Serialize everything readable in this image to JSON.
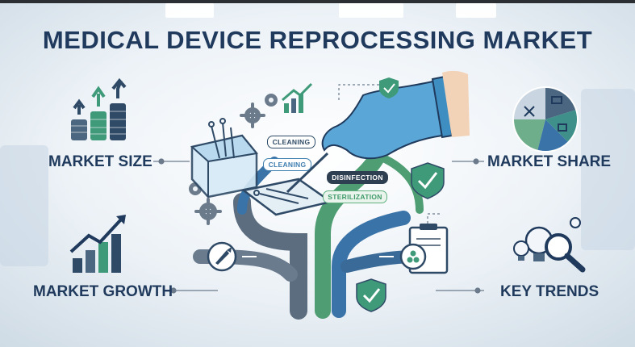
{
  "title": "MEDICAL DEVICE REPROCESSING MARKET",
  "sections": {
    "market_size": "MARKET SIZE",
    "market_share": "MARKET SHARE",
    "market_growth": "MARKET GROWTH",
    "key_trends": "KEY TRENDS"
  },
  "process_steps": {
    "cleaning_1": "CLEANING",
    "cleaning_2": "CLEANING",
    "disinfection": "DISINFECTION",
    "sterilization": "STERILIZATION"
  },
  "colors": {
    "navy": "#1f3a5c",
    "teal": "#3f8f8a",
    "green": "#5fb07e",
    "blue": "#3f7fb0",
    "glove": "#5aa6d6"
  },
  "icons": [
    "coin-stack-growth-icon",
    "pie-chart-icon",
    "bar-chart-growth-icon",
    "lightbulb-magnifier-icon",
    "shield-check-icon",
    "gear-icon",
    "rocket-icon",
    "clipboard-icon",
    "glove-hand-icon",
    "tray-icon",
    "container-icon"
  ]
}
